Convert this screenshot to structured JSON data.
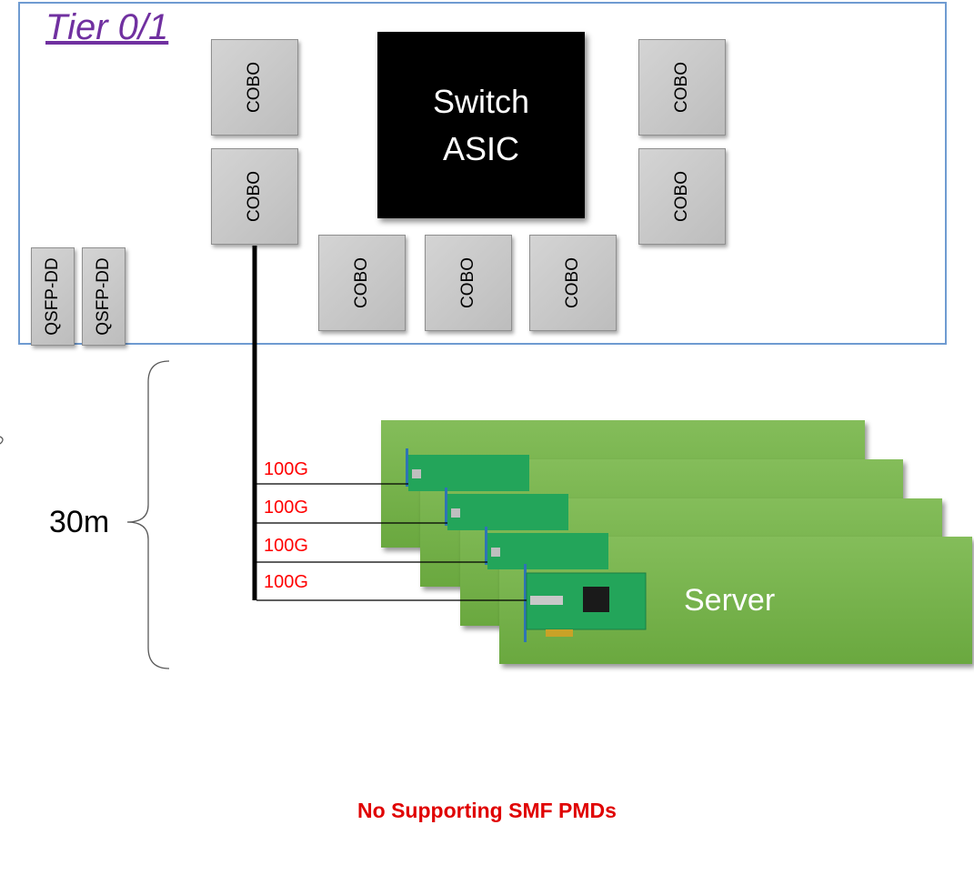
{
  "tier": {
    "title": "Tier 0/1"
  },
  "asic": {
    "line1": "Switch",
    "line2": "ASIC"
  },
  "modules": {
    "cobo_label": "COBO",
    "qsfp_label": "QSFP-DD"
  },
  "links": {
    "speed_labels": [
      "100G",
      "100G",
      "100G",
      "100G"
    ]
  },
  "distance": {
    "label": "30m"
  },
  "server": {
    "label": "Server"
  },
  "caption": {
    "text": "No Supporting SMF PMDs"
  },
  "colors": {
    "frame_border": "#6f9bd1",
    "tier_title": "#7030a0",
    "speed_text": "#ff0000",
    "server_green": "#70ad47",
    "caption_text": "#e00000"
  }
}
